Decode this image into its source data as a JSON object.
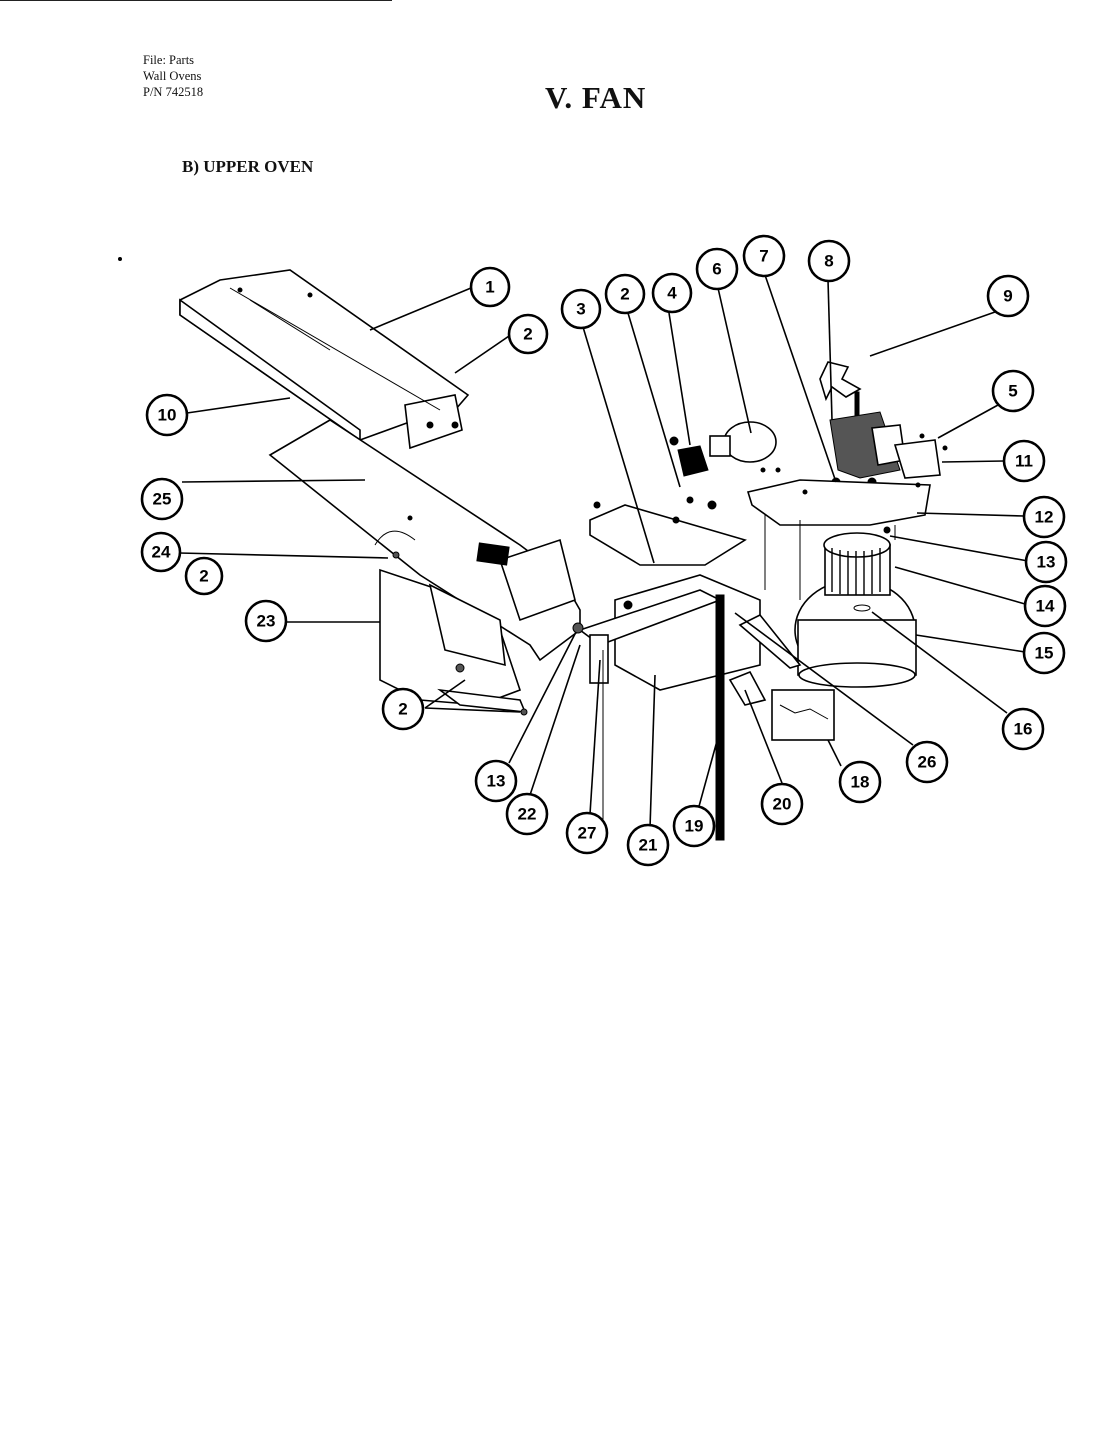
{
  "header": {
    "file_lines": [
      "File: Parts",
      "Wall Ovens",
      "P/N 742518"
    ],
    "title": "V. FAN",
    "section": "B) UPPER OVEN"
  },
  "callouts": [
    {
      "id": "c1",
      "label": "1"
    },
    {
      "id": "c2a",
      "label": "2"
    },
    {
      "id": "c10",
      "label": "10"
    },
    {
      "id": "c25",
      "label": "25"
    },
    {
      "id": "c24",
      "label": "24"
    },
    {
      "id": "c2b",
      "label": "2"
    },
    {
      "id": "c23",
      "label": "23"
    },
    {
      "id": "c2c",
      "label": "2"
    },
    {
      "id": "c3",
      "label": "3"
    },
    {
      "id": "c2d",
      "label": "2"
    },
    {
      "id": "c4",
      "label": "4"
    },
    {
      "id": "c6",
      "label": "6"
    },
    {
      "id": "c7",
      "label": "7"
    },
    {
      "id": "c8",
      "label": "8"
    },
    {
      "id": "c9",
      "label": "9"
    },
    {
      "id": "c5",
      "label": "5"
    },
    {
      "id": "c11",
      "label": "11"
    },
    {
      "id": "c12",
      "label": "12"
    },
    {
      "id": "c13a",
      "label": "13"
    },
    {
      "id": "c14",
      "label": "14"
    },
    {
      "id": "c15",
      "label": "15"
    },
    {
      "id": "c16",
      "label": "16"
    },
    {
      "id": "c26",
      "label": "26"
    },
    {
      "id": "c18",
      "label": "18"
    },
    {
      "id": "c20",
      "label": "20"
    },
    {
      "id": "c19",
      "label": "19"
    },
    {
      "id": "c21",
      "label": "21"
    },
    {
      "id": "c27",
      "label": "27"
    },
    {
      "id": "c22",
      "label": "22"
    },
    {
      "id": "c13b",
      "label": "13"
    }
  ]
}
